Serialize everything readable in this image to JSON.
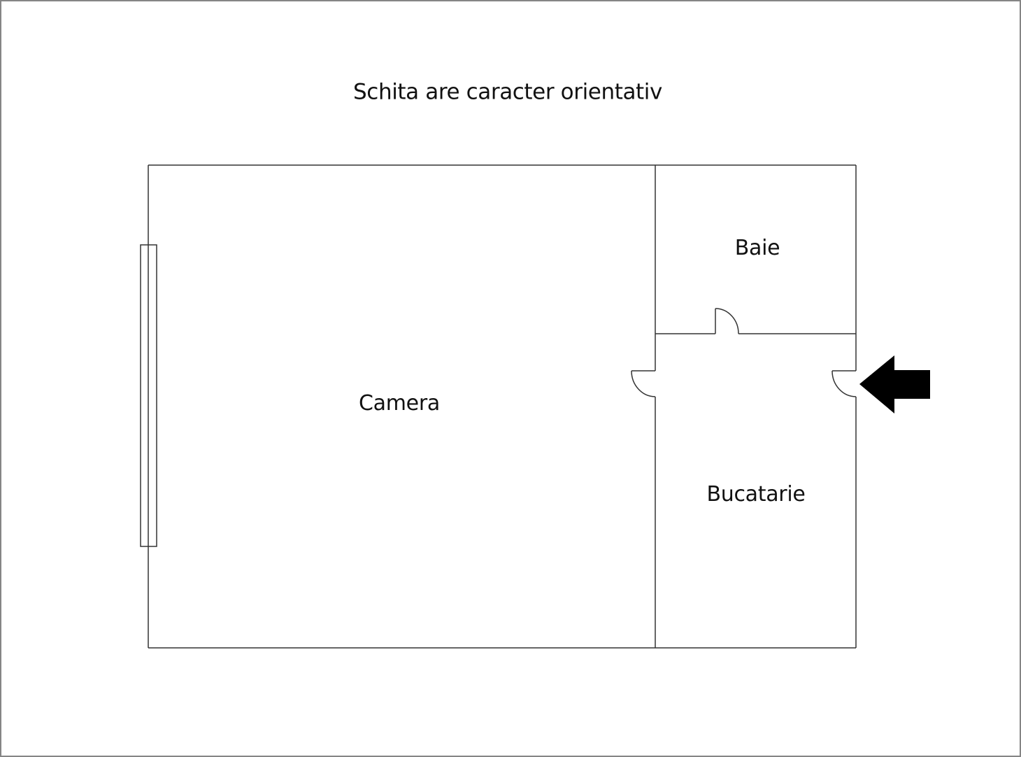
{
  "title": "Schita are caracter orientativ",
  "rooms": [
    {
      "name": "Camera"
    },
    {
      "name": "Baie"
    },
    {
      "name": "Bucatarie"
    }
  ],
  "entrance": {
    "icon": "entrance-arrow-icon",
    "direction": "left"
  },
  "colors": {
    "line": "#333333",
    "arrow": "#000000",
    "frame": "#858585",
    "background": "#ffffff"
  }
}
